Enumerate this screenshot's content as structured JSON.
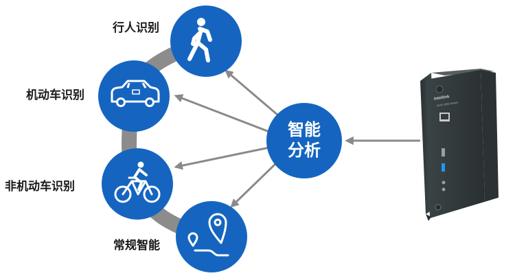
{
  "center": {
    "line1": "智能",
    "line2": "分析"
  },
  "nodes": [
    {
      "id": "pedestrian",
      "label": "行人识别",
      "icon": "pedestrian-icon"
    },
    {
      "id": "vehicle",
      "label": "机动车识别",
      "icon": "car-icon"
    },
    {
      "id": "non_motor",
      "label": "非机动车识别",
      "icon": "bicycle-icon"
    },
    {
      "id": "smart",
      "label": "常规智能",
      "icon": "map-pin-route-icon"
    }
  ],
  "device": {
    "brand": "Intellink",
    "model": "NVR-1000 Series"
  },
  "colors": {
    "circle": "#1565c0",
    "ring": "#8c8c8c",
    "arrow": "#8a8a8a",
    "device": "#3e4547"
  }
}
